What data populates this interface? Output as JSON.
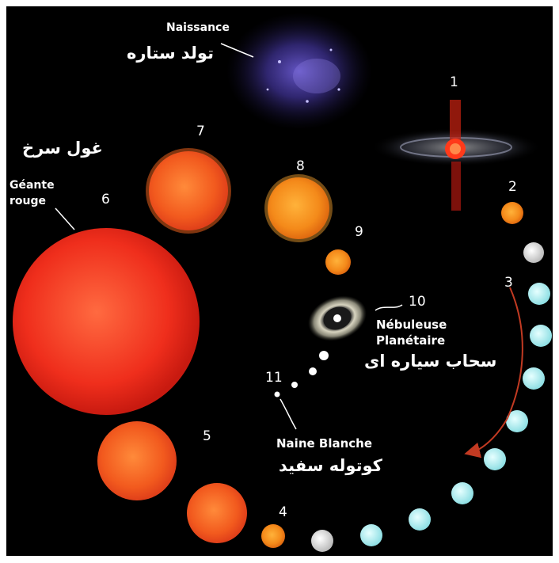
{
  "diagram": {
    "birth": {
      "fr": "Naissance",
      "fa": "تولد ستاره"
    },
    "red_giant": {
      "fr_line1": "Géante",
      "fr_line2": "rouge",
      "fa": "غول سرخ"
    },
    "planetary_nebula": {
      "fr_line1": "Nébuleuse",
      "fr_line2": "Planétaire",
      "fa": "سحاب سیاره ای"
    },
    "white_dwarf": {
      "fr": "Naine Blanche",
      "fa": "کوتوله سفید"
    },
    "stages": [
      "1",
      "2",
      "3",
      "4",
      "5",
      "6",
      "7",
      "8",
      "9",
      "10",
      "11"
    ]
  },
  "colors": {
    "background": "#000000",
    "star_orange": "#f0901a",
    "star_red": "#e8301a",
    "star_white": "#e6e6e6",
    "star_cyan": "#a8ecef",
    "nebula_purple": "#4a3a9a",
    "arrow": "#c23a22"
  }
}
